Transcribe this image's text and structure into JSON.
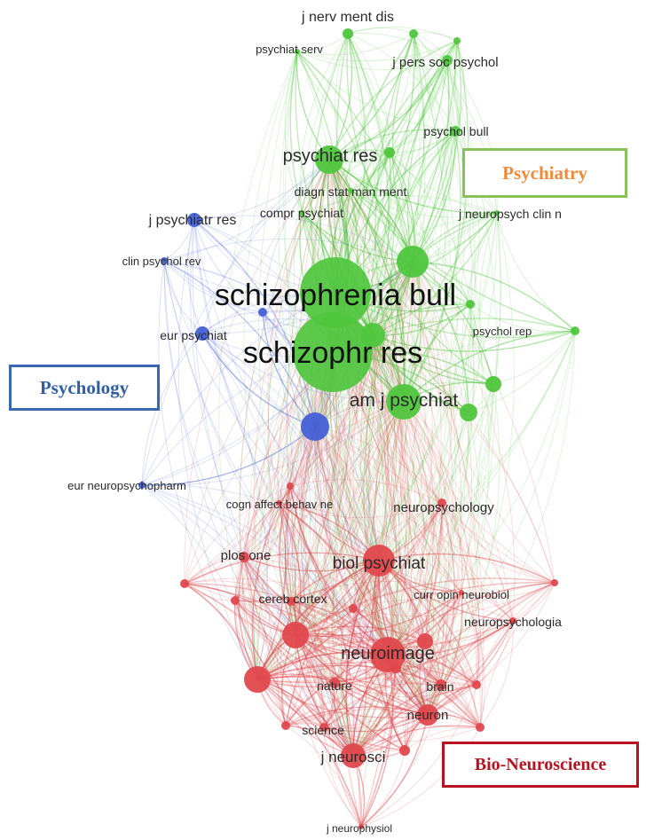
{
  "colors": {
    "psychiatry": "#4fc63d",
    "psychology": "#4560d6",
    "bioneuroscience": "#e0484d",
    "psychiatry_label": "#f08a37",
    "psychiatry_border": "#86c255",
    "psychology_label": "#2f5fa6",
    "psychology_border": "#3a67b0",
    "bioneuro_label": "#b8111f",
    "bioneuro_border": "#b8111f",
    "node_label": "#2b2b2b"
  },
  "cluster_labels": {
    "psychiatry": "Psychiatry",
    "psychology": "Psychology",
    "bioneuroscience": "Bio-Neuroscience"
  },
  "nodes": [
    {
      "label": "j nerv ment dis",
      "cluster": "psychiatry",
      "weight": 2
    },
    {
      "label": "psychiat serv",
      "cluster": "psychiatry",
      "weight": 1
    },
    {
      "label": "j pers soc psychol",
      "cluster": "psychiatry",
      "weight": 2
    },
    {
      "label": "psychol bull",
      "cluster": "psychiatry",
      "weight": 2
    },
    {
      "label": "psychiat res",
      "cluster": "psychiatry",
      "weight": 5
    },
    {
      "label": "diagn stat man ment",
      "cluster": "psychiatry",
      "weight": 1
    },
    {
      "label": "compr psychiat",
      "cluster": "psychiatry",
      "weight": 1
    },
    {
      "label": "j neuropsych clin n",
      "cluster": "psychiatry",
      "weight": 1
    },
    {
      "label": "schizophrenia bull",
      "cluster": "psychiatry",
      "weight": 9
    },
    {
      "label": "psychol rep",
      "cluster": "psychiatry",
      "weight": 1
    },
    {
      "label": "schizophr res",
      "cluster": "psychiatry",
      "weight": 10
    },
    {
      "label": "am j psychiat",
      "cluster": "psychiatry",
      "weight": 7
    },
    {
      "label": "j psychiatr res",
      "cluster": "psychology",
      "weight": 2
    },
    {
      "label": "clin psychol rev",
      "cluster": "psychology",
      "weight": 1
    },
    {
      "label": "eur psychiat",
      "cluster": "psychology",
      "weight": 2
    },
    {
      "label": "eur neuropsychopharm",
      "cluster": "psychology",
      "weight": 1
    },
    {
      "label": "cogn affect behav ne",
      "cluster": "bioneuroscience",
      "weight": 1
    },
    {
      "label": "neuropsychology",
      "cluster": "bioneuroscience",
      "weight": 2
    },
    {
      "label": "plos one",
      "cluster": "bioneuroscience",
      "weight": 2
    },
    {
      "label": "biol psychiat",
      "cluster": "bioneuroscience",
      "weight": 5
    },
    {
      "label": "curr opin neurobiol",
      "cluster": "bioneuroscience",
      "weight": 1
    },
    {
      "label": "cereb cortex",
      "cluster": "bioneuroscience",
      "weight": 2
    },
    {
      "label": "neuropsychologia",
      "cluster": "bioneuroscience",
      "weight": 2
    },
    {
      "label": "neuroimage",
      "cluster": "bioneuroscience",
      "weight": 6
    },
    {
      "label": "nature",
      "cluster": "bioneuroscience",
      "weight": 2
    },
    {
      "label": "brain",
      "cluster": "bioneuroscience",
      "weight": 2
    },
    {
      "label": "neuron",
      "cluster": "bioneuroscience",
      "weight": 3
    },
    {
      "label": "science",
      "cluster": "bioneuroscience",
      "weight": 2
    },
    {
      "label": "j neurosci",
      "cluster": "bioneuroscience",
      "weight": 4
    },
    {
      "label": "j neurophysiol",
      "cluster": "bioneuroscience",
      "weight": 1
    }
  ]
}
